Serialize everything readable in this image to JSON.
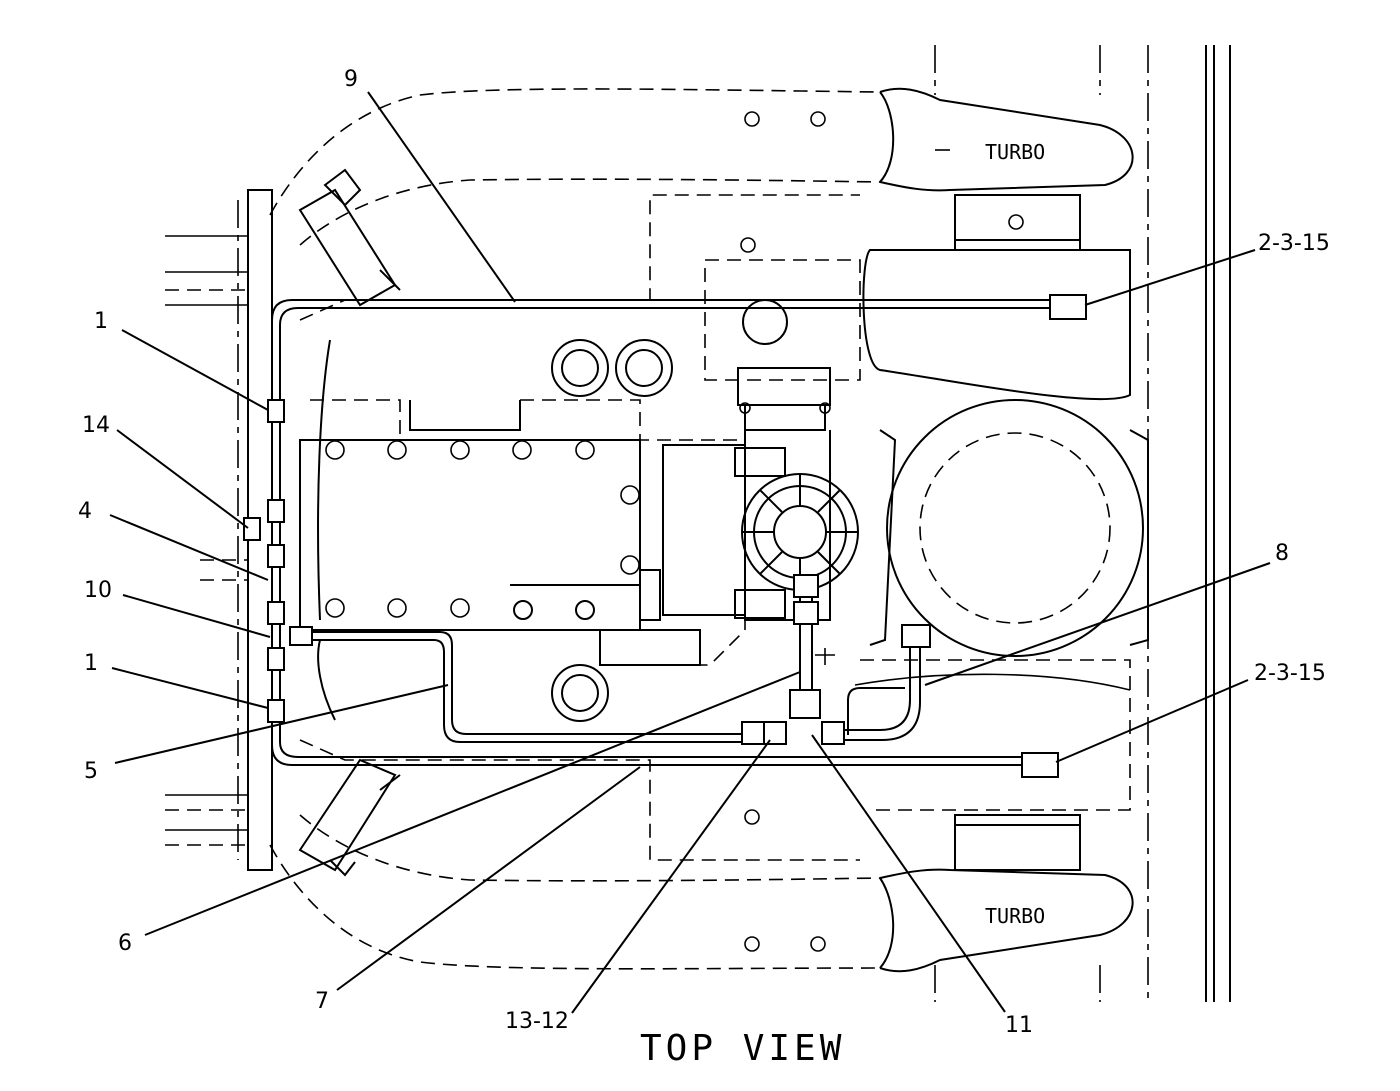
{
  "title": "TOP VIEW",
  "labels": {
    "turbo_top": "TURBO",
    "turbo_bottom": "TURBO"
  },
  "callouts": [
    {
      "id": "c9",
      "text": "9"
    },
    {
      "id": "c2315a",
      "text": "2-3-15"
    },
    {
      "id": "c1a",
      "text": "1"
    },
    {
      "id": "c14",
      "text": "14"
    },
    {
      "id": "c4",
      "text": "4"
    },
    {
      "id": "c10",
      "text": "10"
    },
    {
      "id": "c1b",
      "text": "1"
    },
    {
      "id": "c5",
      "text": "5"
    },
    {
      "id": "c8",
      "text": "8"
    },
    {
      "id": "c2315b",
      "text": "2-3-15"
    },
    {
      "id": "c6",
      "text": "6"
    },
    {
      "id": "c7",
      "text": "7"
    },
    {
      "id": "c1312",
      "text": "13-12"
    },
    {
      "id": "c11",
      "text": "11"
    }
  ]
}
